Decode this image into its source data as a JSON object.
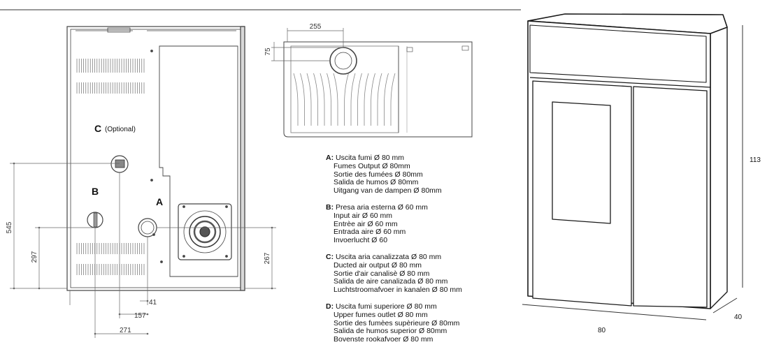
{
  "labels": {
    "c_letter": "C",
    "c_optional": "(Optional)",
    "b_letter": "B",
    "a_letter": "A"
  },
  "dimensions": {
    "top_width": "255",
    "top_depth": "75",
    "h545": "545",
    "h297": "297",
    "h267": "267",
    "w41": "41",
    "w157": "157",
    "w271": "271",
    "height": "113",
    "width": "80",
    "depth": "40"
  },
  "legend": [
    {
      "letter": "A:",
      "lines": [
        "Uscita fumi Ø 80 mm",
        "Fumes Output Ø 80mm",
        "Sortie des fumées Ø 80mm",
        "Salida de humos Ø 80mm",
        "Uitgang van de dampen Ø 80mm"
      ]
    },
    {
      "letter": "B:",
      "lines": [
        "Presa aria esterna Ø 60 mm",
        "Input air Ø 60 mm",
        "Entrèe air Ø 60 mm",
        "Entrada aire Ø 60 mm",
        "Invoerlucht Ø 60"
      ]
    },
    {
      "letter": "C:",
      "lines": [
        "Uscita aria canalizzata Ø 80 mm",
        "Ducted air output Ø 80 mm",
        "Sortie d'air canalisè Ø 80 mm",
        "Salida de aire canalizada Ø 80 mm",
        "Luchtstroomafvoer in kanalen Ø 80 mm"
      ]
    },
    {
      "letter": "D:",
      "lines": [
        "Uscita fumi superiore Ø 80 mm",
        "Upper fumes outlet Ø 80 mm",
        "Sortie des fumèes supèrieure Ø 80mm",
        "Salida de humos superior Ø 80mm",
        "Bovenste rookafvoer Ø 80 mm"
      ]
    }
  ]
}
